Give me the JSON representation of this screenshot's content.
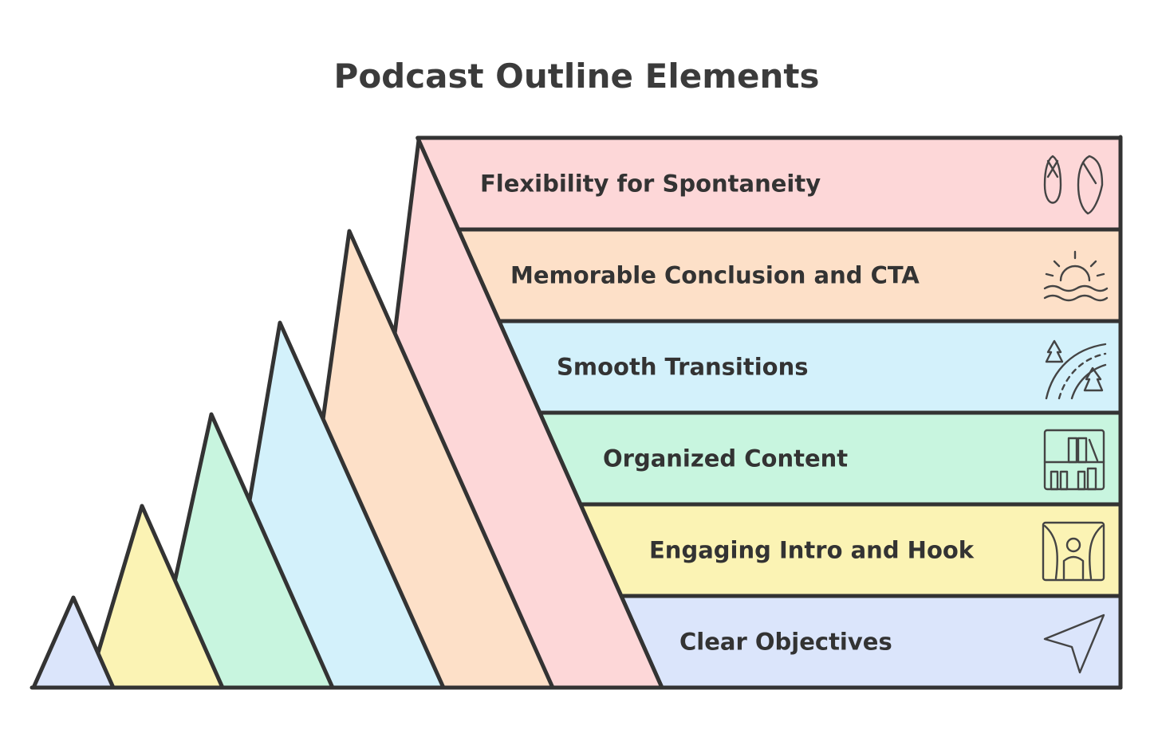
{
  "title": "Podcast Outline Elements",
  "colors": {
    "flexibility": "#fdd7d8",
    "conclusion": "#fde0c8",
    "transitions": "#d3f1fb",
    "organized": "#c8f5df",
    "intro": "#fbf3b4",
    "objectives": "#dbe5fb",
    "outline": "#333333"
  },
  "levels": [
    {
      "label": "Flexibility for Spontaneity",
      "icon": "ballet-shoes-icon"
    },
    {
      "label": "Memorable Conclusion and CTA",
      "icon": "sunset-icon"
    },
    {
      "label": "Smooth Transitions",
      "icon": "winding-road-icon"
    },
    {
      "label": "Organized Content",
      "icon": "bookshelf-icon"
    },
    {
      "label": "Engaging Intro and Hook",
      "icon": "stage-curtain-icon"
    },
    {
      "label": "Clear Objectives",
      "icon": "navigation-arrow-icon"
    }
  ]
}
